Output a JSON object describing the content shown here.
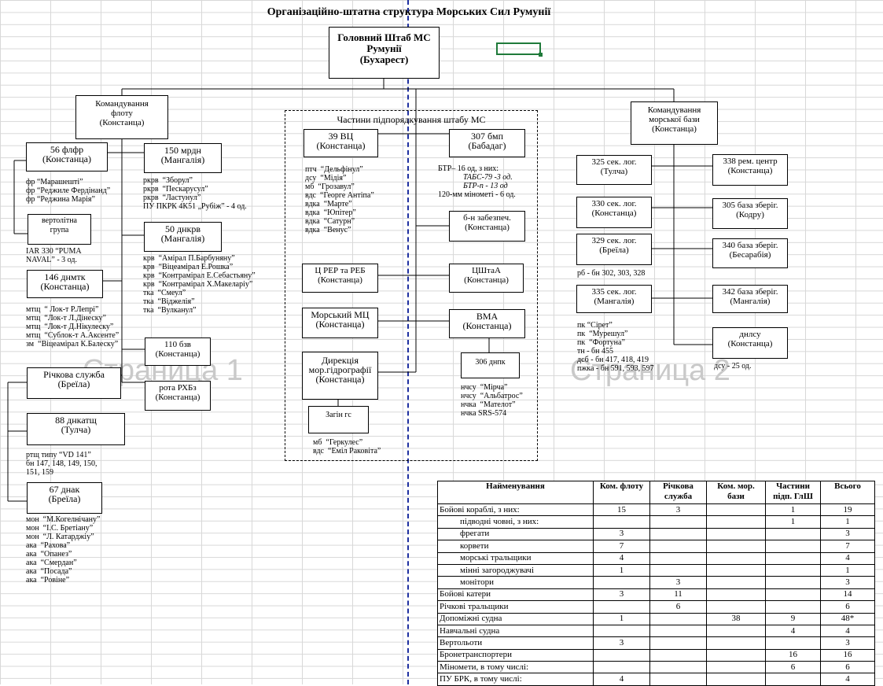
{
  "title": "Організаційно-штатна структура  Морських Сил Румунії",
  "watermarks": [
    "Страница 1",
    "Страница 2"
  ],
  "hq": "Головний Штаб МС\nРумунії\n(Бухарест)",
  "fleet_command": "Командування\nфлоту\n(Констанца)",
  "naval_base_command": "Командування\nморської бази\n(Констанца)",
  "hq_units_title": "Частини підпорядкування штабу МС",
  "fleet": {
    "flfr56": "56 флфр\n(Констанца)",
    "flfr56_items": "фр “Марашешті”\nфр “Реджиле Фердінанд”\nфр “Реджина Марія”",
    "heli_group": "вертолітна\nгрупа",
    "heli_items": "IAR 330 “PUMA\nNAVAL” - 3 од.",
    "dnmtk146": "146 днмтк\n(Констанца)",
    "dnmtk146_items": "мтщ  “ Лок-т Р.Лепрі”\nмтщ  “Лок-т Л.Дінеску”\nмтщ  “Лок-т Д.Нікулеску”\nмтщ  “Сублок-т А.Аксенте”\nзм  “Віцеамірал К.Балеску”",
    "river_service": "Річкова служба\n(Бреїла)",
    "dnkatshch88": "88 днкатщ\n(Тулча)",
    "dnkatshch88_items": "ртщ типу “VD 141”\nбн 147, 148, 149, 150,\n151, 159",
    "dnak67": "67 днак\n(Бреїла)",
    "dnak67_items": "мон  “М.Когелнічану”\nмон  “І.С. Бретіану”\nмон  “Л. Катарджіу”\nака  “Рахова”\nака  “Опанез”\nака  “Смердан”\nака  “Посада”\nака  “Ровіне”",
    "mrdn150": "150 мрдн\n(Мангалія)",
    "mrdn150_items": "ркрв  “Зборул”\nркрв  “Пескарусул”\nркрв  “Ластунул”\nПУ ПКРК 4К51 „Рубіж” - 4 од.",
    "dnkrv50": "50 днкрв\n(Мангалія)",
    "dnkrv50_items": "крв  “Амірал П.Барбуняну”\nкрв  “Віцеамірал Е.Рошка”\nкрв  “Контрамірал Е.Себастьяну”\nкрв  “Контрамірал Х.Макеларіу”\nтка  “Смеул”\nтка  “Віджелія”\nтка  “Вулканул”",
    "bzv110": "110 бзв\n(Констанца)",
    "rota_rkhbz": "рота РХБз\n(Констанца)"
  },
  "hq_units": {
    "vts39": "39 ВЦ\n(Констанца)",
    "vts39_items": "птч  “Дельфінул”\nдсу  “Мідія”\nмб  “Грозавул”\nвдс  “Георге Антіпа”\nвдка  “Марте”\nвдка  “Юпітер”\nвдка  “Сатурн”\nвдка  “Венус”",
    "bmp307": "307 бмп\n(Бабадаг)",
    "bmp307_line1": "БТР– 16 од, з них:",
    "bmp307_line2": "ТАБС-79 -3 од.",
    "bmp307_line3": "БТР-п - 13 од",
    "bmp307_line4": "120-мм мінометі - 6 од.",
    "supply_bn": "б-н забезпеч.\n(Констанца)",
    "rer_reb": "Ц РЕР та РЕБ\n(Констанца)",
    "tshta": "ЦШтаА\n(Констанца)",
    "mts": "Морський МЦ\n(Констанца)",
    "vma": "ВМА\n(Констанца)",
    "hydro": "Дирекція\nмор.гідрографії\n(Констанца)",
    "dnnk306": "306 днпк",
    "dnnk306_items": "нчсу  “Мірча”\nнчсу  “Альбатрос”\nнчка  “Мателот”\nнчка SRS-574",
    "zagin": "Загін гс",
    "zagin_items": "мб  “Геркулес”\nвдс  “Еміл Раковіта”"
  },
  "base": {
    "log325": "325 сек. лог.\n(Тулча)",
    "rem338": "338 рем. центр\n(Констанца)",
    "log330": "330 сек. лог.\n(Констанца)",
    "depot305": "305 база зберіг.\n(Кодру)",
    "log329": "329 сек. лог.\n(Бреїла)",
    "log329_items": "рб - бн 302, 303, 328",
    "depot340": "340 база зберіг.\n(Бесарабія)",
    "log335": "335 сек. лог.\n(Мангалія)",
    "log335_items": "пк “Сірет”\nпк  “Мурешул”\nпк  “Фортуна”\nтн - бн 455\nдсб - бн 417, 418, 419\nпжка - бн 591, 593, 597",
    "depot342": "342 база зберіг.\n(Мангалія)",
    "dndsu": "днлсу\n(Констанца)",
    "dndsu_items": "дсу - 25 од."
  },
  "table": {
    "headers": [
      "Найменування",
      "Ком. флоту",
      "Річкова служба",
      "Ком. мор. бази",
      "Частини підп. ГлШ",
      "Всього"
    ],
    "rows": [
      {
        "name": "Бойові кораблі, з них:",
        "indent": false,
        "c1": "15",
        "c2": "3",
        "c3": "",
        "c4": "1",
        "c5": "19"
      },
      {
        "name": "підводні човні, з них:",
        "indent": true,
        "c1": "",
        "c2": "",
        "c3": "",
        "c4": "1",
        "c5": "1"
      },
      {
        "name": "фрегати",
        "indent": true,
        "c1": "3",
        "c2": "",
        "c3": "",
        "c4": "",
        "c5": "3"
      },
      {
        "name": "корвети",
        "indent": true,
        "c1": "7",
        "c2": "",
        "c3": "",
        "c4": "",
        "c5": "7"
      },
      {
        "name": "морські тральщики",
        "indent": true,
        "c1": "4",
        "c2": "",
        "c3": "",
        "c4": "",
        "c5": "4"
      },
      {
        "name": "мінні загороджувачі",
        "indent": true,
        "c1": "1",
        "c2": "",
        "c3": "",
        "c4": "",
        "c5": "1"
      },
      {
        "name": "монітори",
        "indent": true,
        "c1": "",
        "c2": "3",
        "c3": "",
        "c4": "",
        "c5": "3"
      },
      {
        "name": "Бойові катери",
        "indent": false,
        "c1": "3",
        "c2": "11",
        "c3": "",
        "c4": "",
        "c5": "14"
      },
      {
        "name": "Річкові тральщики",
        "indent": false,
        "c1": "",
        "c2": "6",
        "c3": "",
        "c4": "",
        "c5": "6"
      },
      {
        "name": "Допоміжні судна",
        "indent": false,
        "c1": "1",
        "c2": "",
        "c3": "38",
        "c4": "9",
        "c5": "48*"
      },
      {
        "name": "Навчальні судна",
        "indent": false,
        "c1": "",
        "c2": "",
        "c3": "",
        "c4": "4",
        "c5": "4"
      },
      {
        "name": "Вертольоти",
        "indent": false,
        "c1": "3",
        "c2": "",
        "c3": "",
        "c4": "",
        "c5": "3"
      },
      {
        "name": "Бронетранспортери",
        "indent": false,
        "c1": "",
        "c2": "",
        "c3": "",
        "c4": "16",
        "c5": "16"
      },
      {
        "name": "Міномети, в тому числі:",
        "indent": false,
        "c1": "",
        "c2": "",
        "c3": "",
        "c4": "6",
        "c5": "6"
      },
      {
        "name": "ПУ БРК, в тому числі:",
        "indent": false,
        "c1": "4",
        "c2": "",
        "c3": "",
        "c4": "",
        "c5": "4"
      }
    ]
  }
}
